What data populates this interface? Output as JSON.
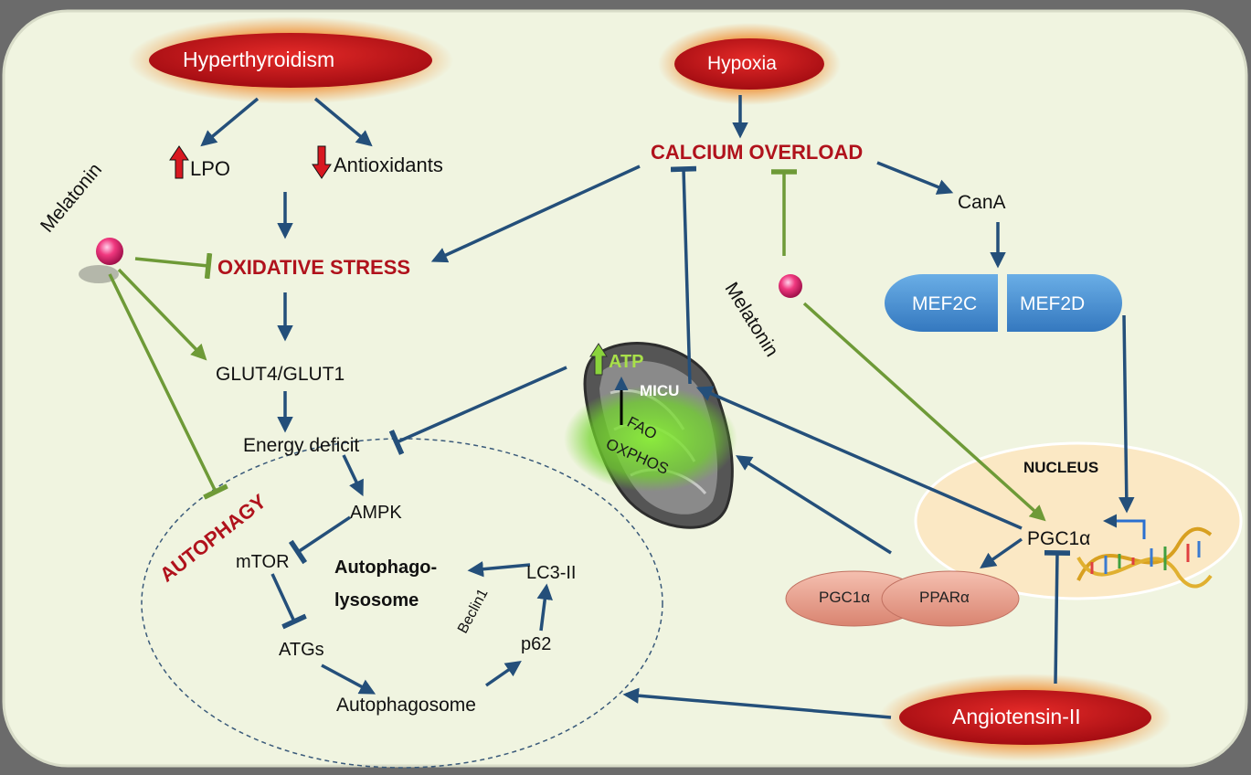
{
  "nodes": {
    "hyperthyroidism": "Hyperthyroidism",
    "hypoxia": "Hypoxia",
    "angiotensin": "Angiotensin-II",
    "lpo": "LPO",
    "antioxidants": "Antioxidants",
    "calcium_overload": "CALCIUM OVERLOAD",
    "cana": "CanA",
    "oxidative_stress": "OXIDATIVE STRESS",
    "melatonin": "Melatonin",
    "glut": "GLUT4/GLUT1",
    "energy_deficit": "Energy deficit",
    "autophagy": "AUTOPHAGY",
    "ampk": "AMPK",
    "mtor": "mTOR",
    "atgs": "ATGs",
    "autophagosome": "Autophagosome",
    "p62": "p62",
    "lc3": "LC3-II",
    "beclin": "Beclin1",
    "autophagolysosome_1": "Autophago-",
    "autophagolysosome_2": "lysosome",
    "mef2c": "MEF2C",
    "mef2d": "MEF2D",
    "nucleus": "NUCLEUS",
    "pgc1a": "PGC1α",
    "ppara": "PPARα",
    "atp": "ATP",
    "micu": "MICU",
    "fao": "FAO",
    "oxphos": "OXPHOS"
  },
  "colors": {
    "background_panel": "#f0f4e0",
    "pathway_arrow": "#244f7a",
    "melatonin_arrow": "#6e9a37",
    "title_red": "#b0121c",
    "pill_red": "#c8141b",
    "mef_blue": "#4a8fd0",
    "complex_pink": "#e8a090",
    "nucleus_fill": "#fbe8c4",
    "mito_green": "#7fd43f"
  },
  "icons": [
    "up-arrow-icon",
    "down-arrow-icon",
    "melatonin-molecule-icon",
    "dna-helix-icon",
    "mitochondrion-icon"
  ]
}
